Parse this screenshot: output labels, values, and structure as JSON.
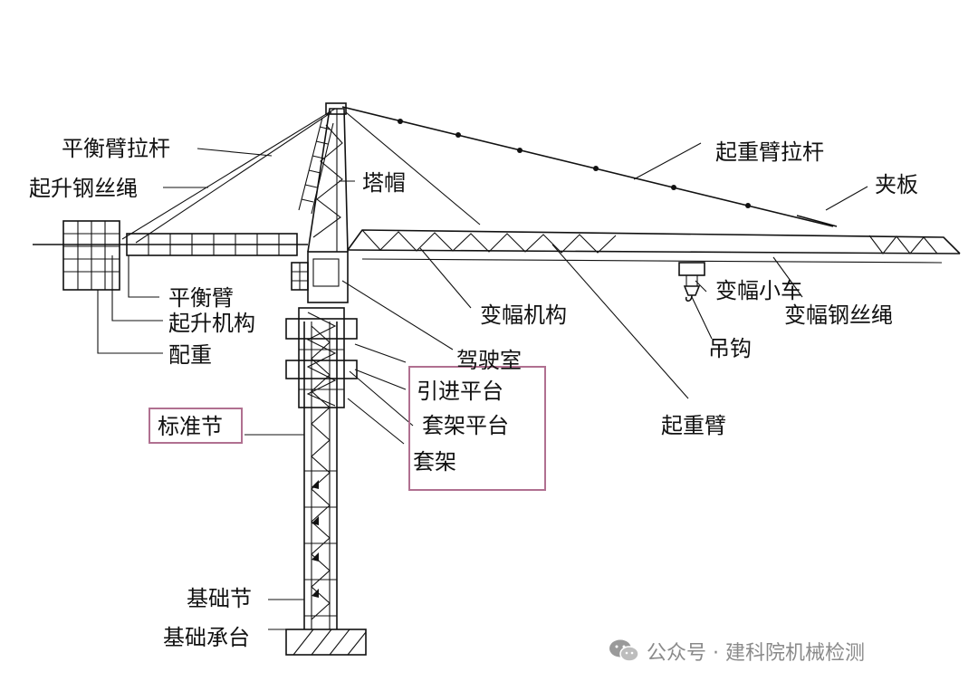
{
  "labels": {
    "counter_jib_tie": "平衡臂拉杆",
    "hoist_rope": "起升钢丝绳",
    "tower_cap": "塔帽",
    "jib_tie": "起重臂拉杆",
    "clamp_plate": "夹板",
    "counter_jib": "平衡臂",
    "hoist_mechanism": "起升机构",
    "counterweight": "配重",
    "luffing_mechanism": "变幅机构",
    "trolley": "变幅小车",
    "luffing_rope": "变幅钢丝绳",
    "hook": "吊钩",
    "cab": "驾驶室",
    "lead_in_platform": "引进平台",
    "climbing_platform": "套架平台",
    "climbing_frame": "套架",
    "standard_section": "标准节",
    "jib": "起重臂",
    "base_section": "基础节",
    "foundation": "基础承台"
  },
  "watermark": {
    "icon": "wechat-icon",
    "text": "公众号 · 建科院机械检测"
  },
  "colors": {
    "line": "#111111",
    "highlight": "#b07090",
    "watermark": "#8a8a8a"
  }
}
